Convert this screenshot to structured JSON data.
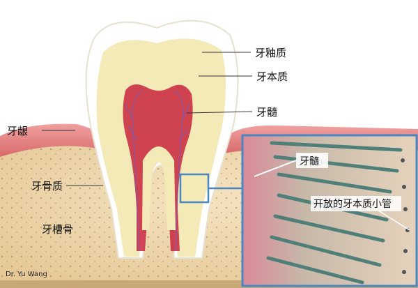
{
  "labels": {
    "enamel": "牙釉质",
    "dentin": "牙本质",
    "pulp": "牙髓",
    "gum": "牙龈",
    "cementum": "牙骨质",
    "alveolar_bone": "牙槽骨"
  },
  "inset": {
    "pulp": "牙髓",
    "open_tubules": "开放的牙本质小管"
  },
  "watermark": "Dr. Yu Wang",
  "colors": {
    "inset_border": "#4a86c0",
    "enamel": "#ffffff",
    "dentin": "#f3eab8",
    "pulp": "#c8243c",
    "gum": "#e88a8a",
    "bone": "#ecd7ad"
  }
}
